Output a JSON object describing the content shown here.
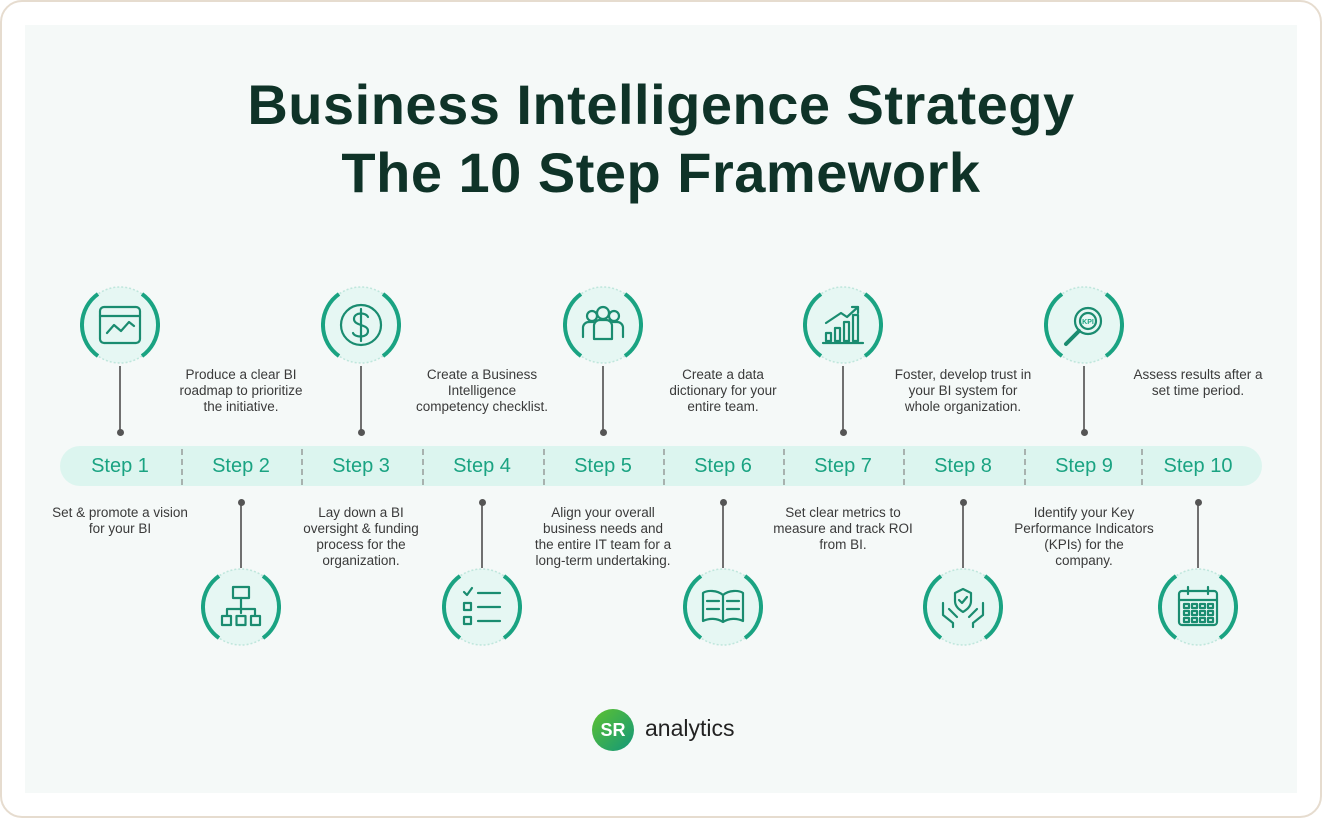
{
  "title": {
    "line1": "Business Intelligence Strategy",
    "line2": "The 10 Step Framework"
  },
  "accent_color": "#1aa382",
  "steps": [
    {
      "label": "Step 1",
      "text": "Set & promote a vision for your BI",
      "icon": "dashboard-chart-icon"
    },
    {
      "label": "Step 2",
      "text": "Produce a clear BI roadmap to prioritize the initiative.",
      "icon": "hierarchy-icon"
    },
    {
      "label": "Step 3",
      "text": "Lay down a BI oversight & funding process for the organization.",
      "icon": "dollar-icon"
    },
    {
      "label": "Step 4",
      "text": "Create a Business Intelligence competency checklist.",
      "icon": "checklist-icon"
    },
    {
      "label": "Step 5",
      "text": "Align your overall business needs and the entire IT team for a long-term undertaking.",
      "icon": "team-icon"
    },
    {
      "label": "Step 6",
      "text": "Create a data dictionary for your entire team.",
      "icon": "book-icon"
    },
    {
      "label": "Step 7",
      "text": "Set clear metrics to measure and track ROI from BI.",
      "icon": "growth-chart-icon"
    },
    {
      "label": "Step 8",
      "text": "Foster, develop trust in your BI system for whole organization.",
      "icon": "trust-hands-icon"
    },
    {
      "label": "Step 9",
      "text": "Identify your Key Performance Indicators (KPIs) for the company.",
      "icon": "kpi-search-icon"
    },
    {
      "label": "Step 10",
      "text": "Assess results after a set time period.",
      "icon": "calendar-icon"
    }
  ],
  "logo": {
    "mark": "SR",
    "name": "analytics"
  }
}
